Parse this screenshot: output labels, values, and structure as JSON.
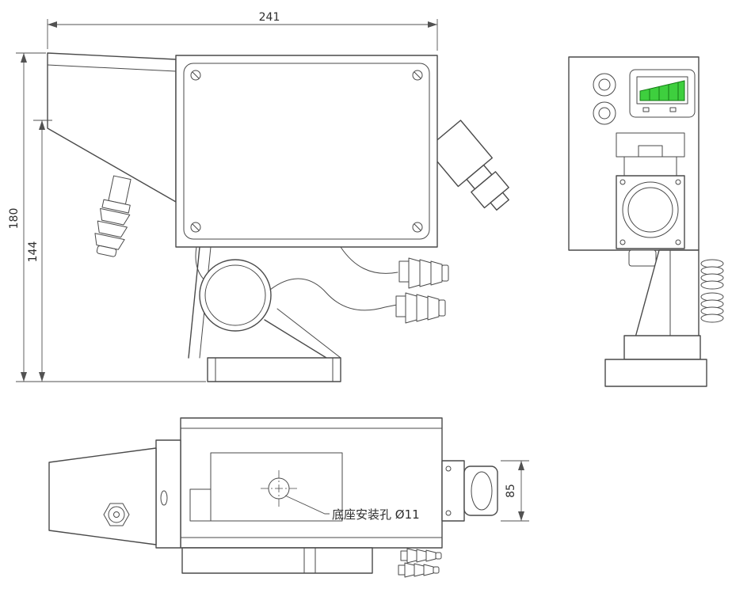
{
  "dimensions": {
    "width": "241",
    "height_overall": "180",
    "height_inner": "144",
    "depth": "85"
  },
  "annotations": {
    "mounting_hole": "底座安装孔 Ø11"
  },
  "colors": {
    "line": "#4a4a4a",
    "display_green": "#3ecf3e",
    "display_green_dark": "#157a15",
    "background": "#ffffff"
  }
}
